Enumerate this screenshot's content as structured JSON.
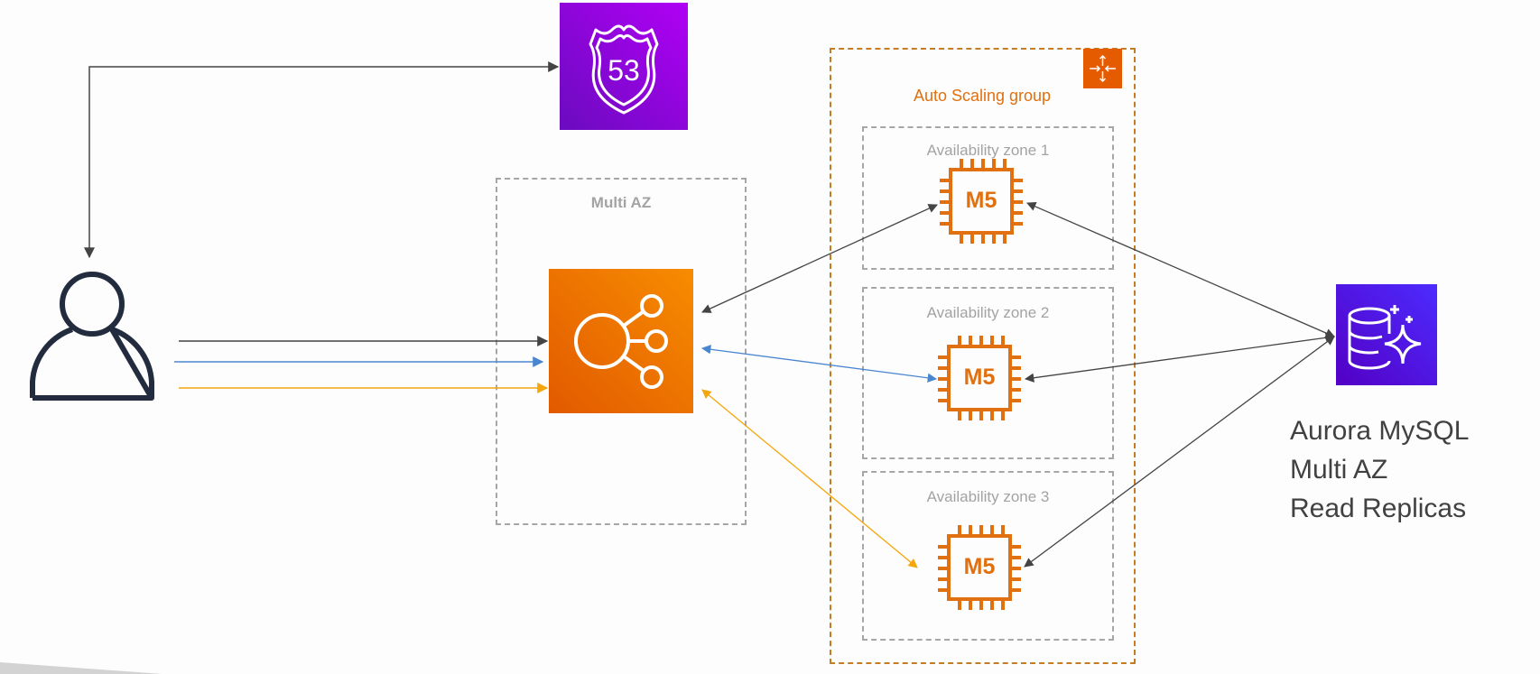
{
  "diagram": {
    "nodes": {
      "user": {
        "label": "",
        "icon": "user-icon"
      },
      "route53": {
        "label": "53",
        "icon": "route53-shield-icon",
        "color_start": "#b000f5",
        "color_end": "#6b0bbf"
      },
      "elb": {
        "icon": "load-balancer-icon",
        "color_start": "#f58a00",
        "color_end": "#e25a00"
      },
      "asg_icon": {
        "icon": "auto-scaling-icon",
        "color": "#e45b00"
      },
      "aurora": {
        "icon": "aurora-database-icon",
        "color_start": "#4d2bff",
        "color_end": "#5300c4"
      }
    },
    "groups": {
      "multi_az": {
        "label": "Multi AZ"
      },
      "asg": {
        "label": "Auto Scaling group"
      },
      "zones": [
        {
          "label": "Availability zone 1",
          "instance": "M5"
        },
        {
          "label": "Availability zone 2",
          "instance": "M5"
        },
        {
          "label": "Availability zone 3",
          "instance": "M5"
        }
      ]
    },
    "db_caption": [
      "Aurora MySQL",
      "Multi AZ",
      "Read Replicas"
    ],
    "colors": {
      "arrow_dark": "#444444",
      "arrow_blue": "#4a86d0",
      "arrow_yellow": "#f4a60c",
      "orange": "#e07010",
      "grey_dash": "#a0a0a0",
      "asg_dash": "#c07a20"
    },
    "edges": [
      {
        "from": "user",
        "to": "route53",
        "color": "dark",
        "bidirectional": true
      },
      {
        "from": "user",
        "to": "elb",
        "color": "dark"
      },
      {
        "from": "user",
        "to": "elb",
        "color": "blue"
      },
      {
        "from": "user",
        "to": "elb",
        "color": "yellow"
      },
      {
        "from": "elb",
        "to": "m5-zone1",
        "color": "dark",
        "bidirectional": true
      },
      {
        "from": "elb",
        "to": "m5-zone2",
        "color": "blue",
        "bidirectional": true
      },
      {
        "from": "elb",
        "to": "m5-zone3",
        "color": "yellow",
        "bidirectional": true
      },
      {
        "from": "aurora",
        "to": "m5-zone1",
        "color": "dark",
        "bidirectional": true
      },
      {
        "from": "aurora",
        "to": "m5-zone2",
        "color": "dark",
        "bidirectional": true
      },
      {
        "from": "aurora",
        "to": "m5-zone3",
        "color": "dark",
        "bidirectional": true
      }
    ]
  }
}
